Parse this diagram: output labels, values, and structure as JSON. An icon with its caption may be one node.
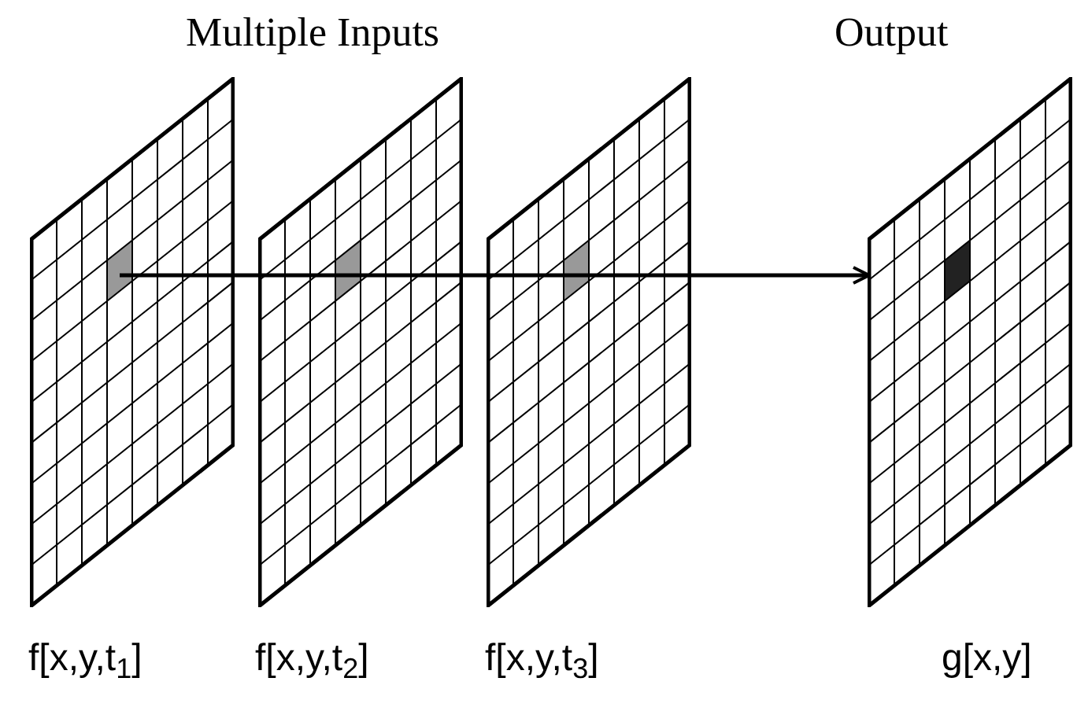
{
  "diagram": {
    "nodes": [
      {
        "text": [],
        "shape": "grid",
        "beside": [
          "f[x,y,t$_{1}$]"
        ]
      },
      {
        "text": [],
        "shape": "grid",
        "beside": [
          "f[x,y,t$_{2}$]"
        ]
      },
      {
        "text": [],
        "shape": "grid",
        "beside": [
          "f[x,y,t$_{3}$]"
        ]
      },
      {
        "text": [],
        "shape": "grid",
        "beside": [
          "g[x,y]"
        ]
      }
    ],
    "edges": [
      {
        "from": 0,
        "to": 1,
        "arrow": "none"
      },
      {
        "from": 1,
        "to": 2,
        "arrow": "none"
      },
      {
        "from": 2,
        "to": 3,
        "arrow": "to"
      }
    ],
    "labels": [
      "Multiple Inputs",
      "Output"
    ]
  }
}
